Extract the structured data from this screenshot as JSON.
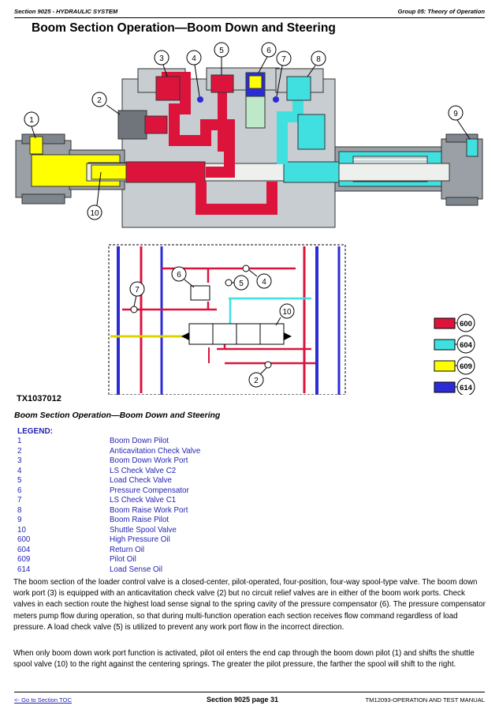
{
  "header": {
    "left": "Section 9025 - HYDRAULIC SYSTEM",
    "right": "Group 05: Theory of Operation"
  },
  "title": "Boom Section Operation—Boom Down and Steering",
  "figure": {
    "callouts": [
      "1",
      "2",
      "3",
      "4",
      "5",
      "6",
      "7",
      "8",
      "9",
      "10"
    ],
    "color_legend": [
      {
        "code": "600",
        "color": "#dc143c"
      },
      {
        "code": "604",
        "color": "#40e0e0"
      },
      {
        "code": "609",
        "color": "#ffff00"
      },
      {
        "code": "614",
        "color": "#2c2cd6"
      }
    ],
    "code": "TX1037012"
  },
  "caption": "Boom Section Operation—Boom Down and Steering",
  "legend": {
    "heading": "LEGEND:",
    "items": [
      {
        "num": "1",
        "label": "Boom Down Pilot"
      },
      {
        "num": "2",
        "label": "Anticavitation Check Valve"
      },
      {
        "num": "3",
        "label": "Boom Down Work Port"
      },
      {
        "num": "4",
        "label": "LS Check Valve C2"
      },
      {
        "num": "5",
        "label": "Load Check Valve"
      },
      {
        "num": "6",
        "label": "Pressure Compensator"
      },
      {
        "num": "7",
        "label": "LS Check Valve C1"
      },
      {
        "num": "8",
        "label": "Boom Raise Work Port"
      },
      {
        "num": "9",
        "label": "Boom Raise Pilot"
      },
      {
        "num": "10",
        "label": "Shuttle Spool Valve"
      },
      {
        "num": "600",
        "label": "High Pressure Oil"
      },
      {
        "num": "604",
        "label": "Return Oil"
      },
      {
        "num": "609",
        "label": "Pilot Oil"
      },
      {
        "num": "614",
        "label": "Load Sense Oil"
      }
    ]
  },
  "paragraphs": [
    "The boom section of the loader control valve is a closed-center, pilot-operated, four-position, four-way spool-type valve. The boom down work port (3) is equipped with an anticavitation check valve (2) but no circuit relief valves are in either of the boom work ports. Check valves in each section route the highest load sense signal to the spring cavity of the pressure compensator (6). The pressure compensator meters pump flow during operation, so that during multi-function operation each section receives flow command regardless of load pressure. A load check valve (5) is utilized to prevent any work port flow in the incorrect direction.",
    "When only boom down work port function is activated, pilot oil enters the end cap through the boom down pilot (1) and shifts the shuttle spool valve (10) to the right against the centering springs. The greater the pilot pressure, the farther the spool will shift to the right."
  ],
  "footer": {
    "left": "<- Go to Section TOC",
    "center": "Section 9025 page 31",
    "right": "TM12093-OPERATION AND TEST MANUAL"
  }
}
